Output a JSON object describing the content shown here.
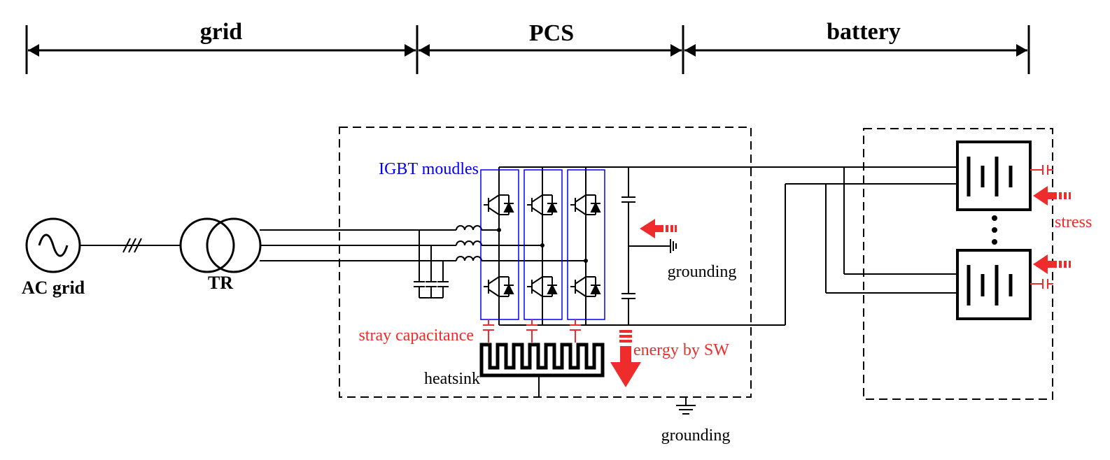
{
  "sections": {
    "grid": "grid",
    "pcs": "PCS",
    "battery": "battery"
  },
  "labels": {
    "ac_grid": "AC grid",
    "transformer": "TR",
    "igbt_modules": "IGBT moudles",
    "stray_capacitance": "stray capacitance",
    "heatsink": "heatsink",
    "grounding_dc": "grounding",
    "grounding_main": "grounding",
    "energy_by_sw": "energy by SW",
    "stress": "stress"
  },
  "colors": {
    "line": "#000000",
    "accent_red": "#ee2c2c",
    "module_blue": "#0000ee"
  },
  "icons": {
    "source": "ac-source-icon",
    "transformer": "transformer-icon",
    "igbt": "igbt-icon",
    "battery": "battery-cell-icon",
    "ground": "ground-icon",
    "arrow": "red-arrow-icon"
  }
}
